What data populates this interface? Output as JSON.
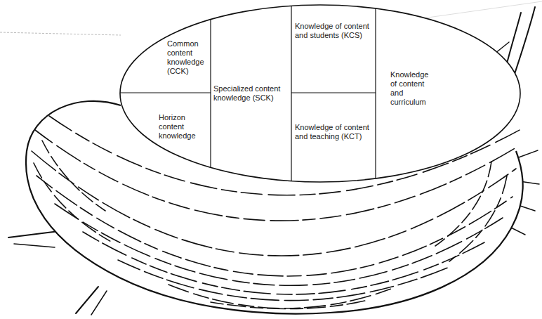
{
  "diagram": {
    "nodes": [
      {
        "text": [
          "Common content knowledge (CCK)"
        ]
      },
      {
        "text": [
          "Horizon content knowledge"
        ]
      },
      {
        "text": [
          "Specialized content knowledge (SCK)"
        ]
      },
      {
        "text": [
          "Knowledge of content and students (KCS)"
        ]
      },
      {
        "text": [
          "Knowledge of content and teaching (KCT)"
        ]
      },
      {
        "text": [
          "Knowledge of content and curriculum"
        ]
      }
    ]
  }
}
